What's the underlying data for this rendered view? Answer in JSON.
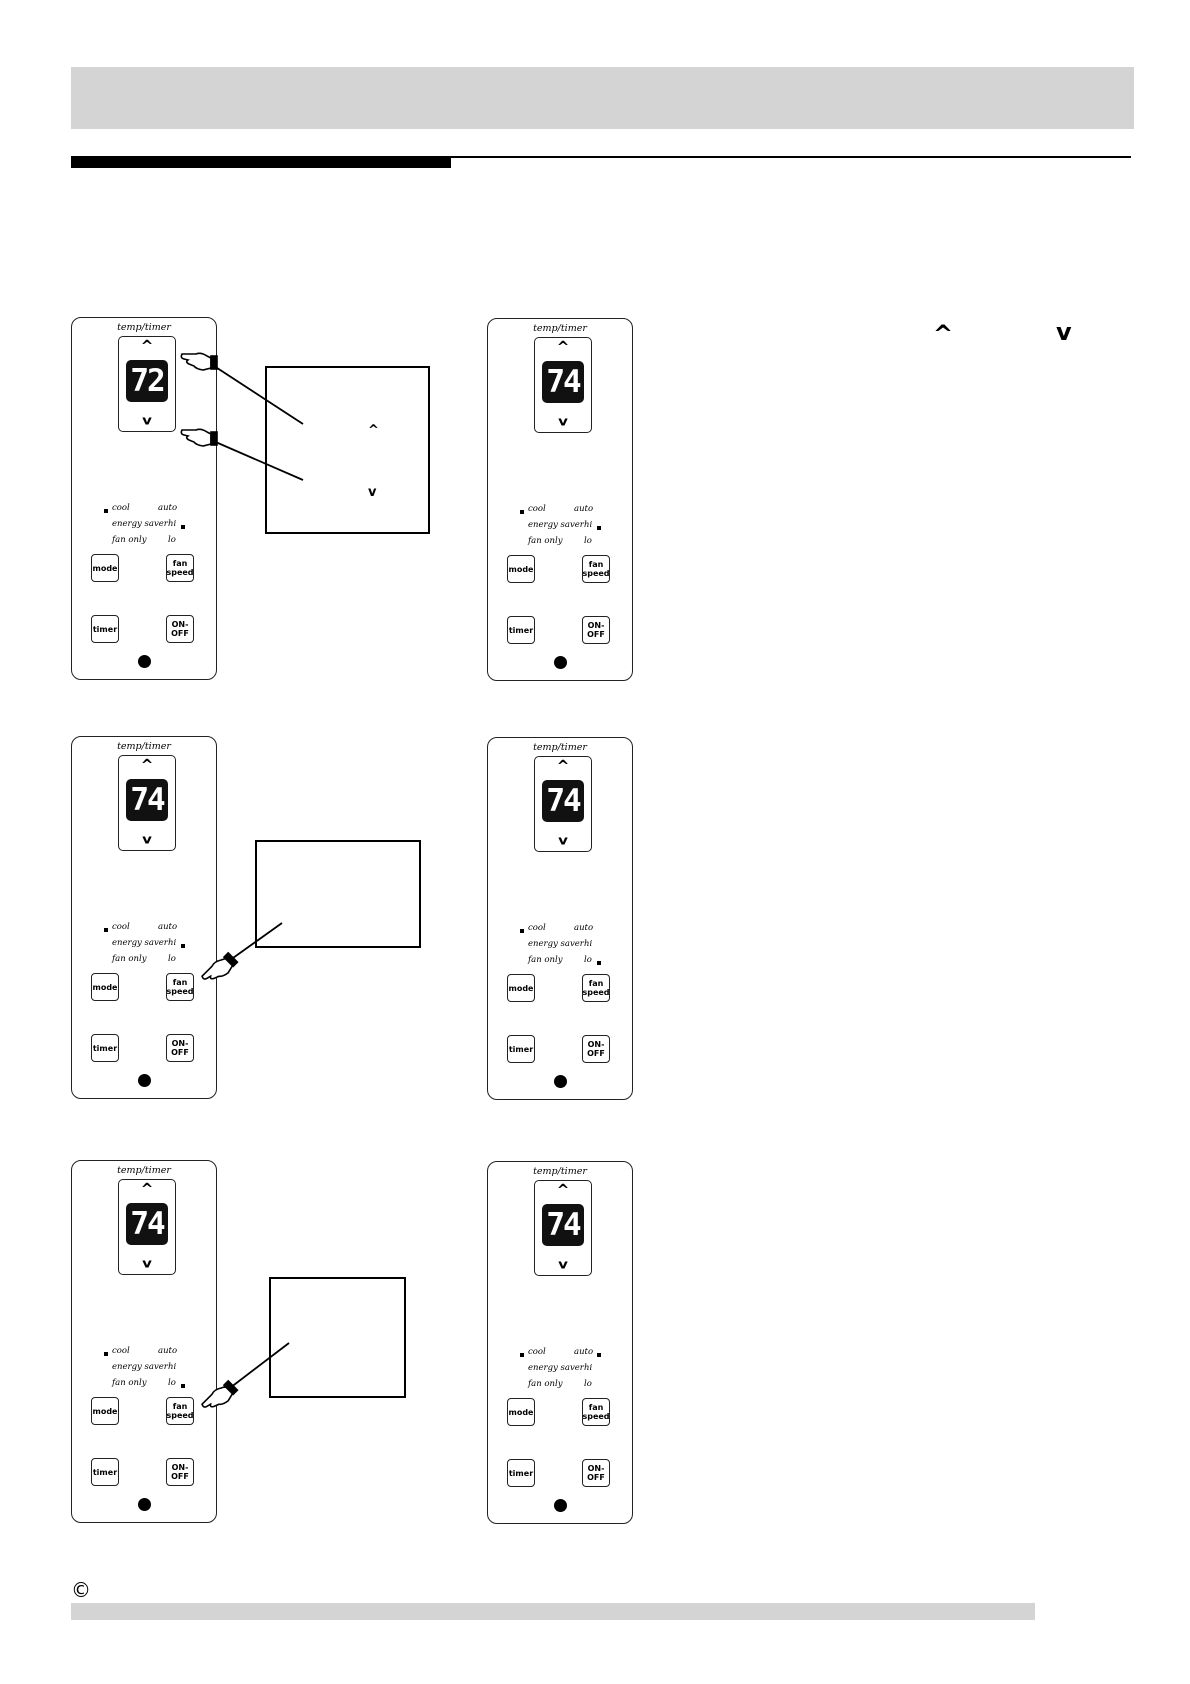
{
  "panels": [
    {
      "temp_label": "temp/timer",
      "up_arrow": "^",
      "down_arrow": "v",
      "display": "72",
      "cool": "cool",
      "auto": "auto",
      "energy_saver": "energy saver",
      "hi": "hi",
      "fan_only": "fan only",
      "lo": "lo",
      "mode": "mode",
      "fan_speed": "fan speed",
      "timer": "timer",
      "on_off": "ON-OFF",
      "active": [
        "cool",
        "hi"
      ]
    },
    {
      "temp_label": "temp/timer",
      "up_arrow": "^",
      "down_arrow": "v",
      "display": "74",
      "cool": "cool",
      "auto": "auto",
      "energy_saver": "energy saver",
      "hi": "hi",
      "fan_only": "fan only",
      "lo": "lo",
      "mode": "mode",
      "fan_speed": "fan speed",
      "timer": "timer",
      "on_off": "ON-OFF",
      "active": [
        "cool",
        "hi"
      ]
    },
    {
      "temp_label": "temp/timer",
      "up_arrow": "^",
      "down_arrow": "v",
      "display": "74",
      "cool": "cool",
      "auto": "auto",
      "energy_saver": "energy saver",
      "hi": "hi",
      "fan_only": "fan only",
      "lo": "lo",
      "mode": "mode",
      "fan_speed": "fan speed",
      "timer": "timer",
      "on_off": "ON-OFF",
      "active": [
        "cool",
        "hi"
      ]
    },
    {
      "temp_label": "temp/timer",
      "up_arrow": "^",
      "down_arrow": "v",
      "display": "74",
      "cool": "cool",
      "auto": "auto",
      "energy_saver": "energy saver",
      "hi": "hi",
      "fan_only": "fan only",
      "lo": "lo",
      "mode": "mode",
      "fan_speed": "fan speed",
      "timer": "timer",
      "on_off": "ON-OFF",
      "active": [
        "cool",
        "lo"
      ]
    },
    {
      "temp_label": "temp/timer",
      "up_arrow": "^",
      "down_arrow": "v",
      "display": "74",
      "cool": "cool",
      "auto": "auto",
      "energy_saver": "energy saver",
      "hi": "hi",
      "fan_only": "fan only",
      "lo": "lo",
      "mode": "mode",
      "fan_speed": "fan speed",
      "timer": "timer",
      "on_off": "ON-OFF",
      "active": [
        "cool",
        "lo"
      ]
    },
    {
      "temp_label": "temp/timer",
      "up_arrow": "^",
      "down_arrow": "v",
      "display": "74",
      "cool": "cool",
      "auto": "auto",
      "energy_saver": "energy saver",
      "hi": "hi",
      "fan_only": "fan only",
      "lo": "lo",
      "mode": "mode",
      "fan_speed": "fan speed",
      "timer": "timer",
      "on_off": "ON-OFF",
      "active": [
        "cool",
        "auto"
      ]
    }
  ],
  "callout_1": {
    "up_symbol": "^",
    "down_symbol": "v"
  },
  "top_right": {
    "up_symbol": "^",
    "down_symbol": "v"
  },
  "footer": {
    "copyright_symbol": "©"
  },
  "icons": {
    "pointer": "hand-pointer-icon"
  }
}
